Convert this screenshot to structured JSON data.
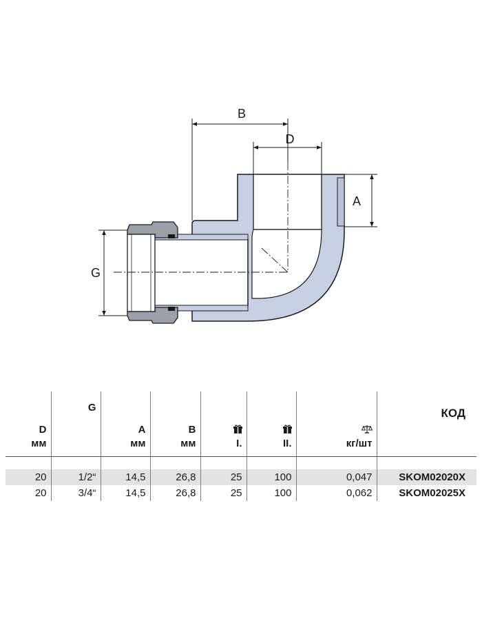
{
  "drawing": {
    "dimension_labels": {
      "B": "B",
      "D": "D",
      "A": "A",
      "G": "G"
    },
    "colors": {
      "body_fill": "#c7cfe3",
      "nut_fill": "#9aa0a8",
      "outline": "#1a1a1a"
    }
  },
  "table": {
    "headers": {
      "d": {
        "line1": "D",
        "line2": "мм"
      },
      "g": {
        "line1": "G"
      },
      "a": {
        "line1": "A",
        "line2": "мм"
      },
      "b": {
        "line1": "B",
        "line2": "мм"
      },
      "pack1": {
        "icon": "gift-icon",
        "line2": "I."
      },
      "pack2": {
        "icon": "gift-icon",
        "line2": "II."
      },
      "weight": {
        "icon": "scale-icon",
        "line2": "кг/шт"
      },
      "code": {
        "line1": "КОД"
      }
    },
    "rows": [
      {
        "d": "20",
        "g": "1/2“",
        "a": "14,5",
        "b": "26,8",
        "pack1": "25",
        "pack2": "100",
        "weight": "0,047",
        "code": "SKOM02020X"
      },
      {
        "d": "20",
        "g": "3/4“",
        "a": "14,5",
        "b": "26,8",
        "pack1": "25",
        "pack2": "100",
        "weight": "0,062",
        "code": "SKOM02025X"
      }
    ],
    "shade_color": "#e2e2e2"
  }
}
